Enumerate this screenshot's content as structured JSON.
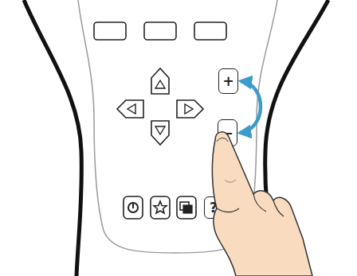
{
  "diagram": {
    "nodes": [
      {
        "text": [
          "+"
        ]
      },
      {
        "text": [
          "−"
        ]
      },
      {
        "text": [
          "?"
        ]
      }
    ],
    "edges": [
      {
        "from": 0,
        "to": 1,
        "arrow": "both"
      }
    ]
  }
}
